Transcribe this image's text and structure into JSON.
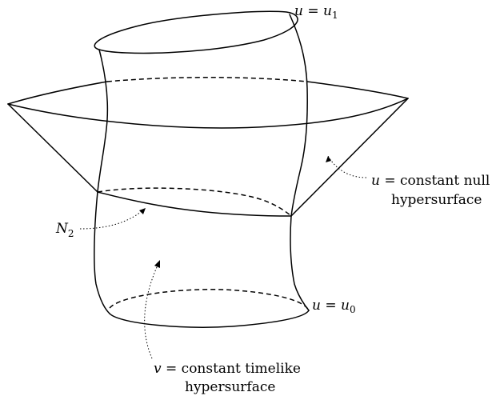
{
  "labels": {
    "u_equals": "u",
    "eq": " = ",
    "u1_base": "u",
    "u1_sub": "1",
    "u0_base": "u",
    "u0_sub": "0",
    "null_line1_rest": "constant null",
    "null_line2": "hypersurface",
    "v_base": "v",
    "timelike_line1_rest": "constant timelike",
    "timelike_line2": "hypersurface",
    "n2_base": "N",
    "n2_sub": "2"
  }
}
